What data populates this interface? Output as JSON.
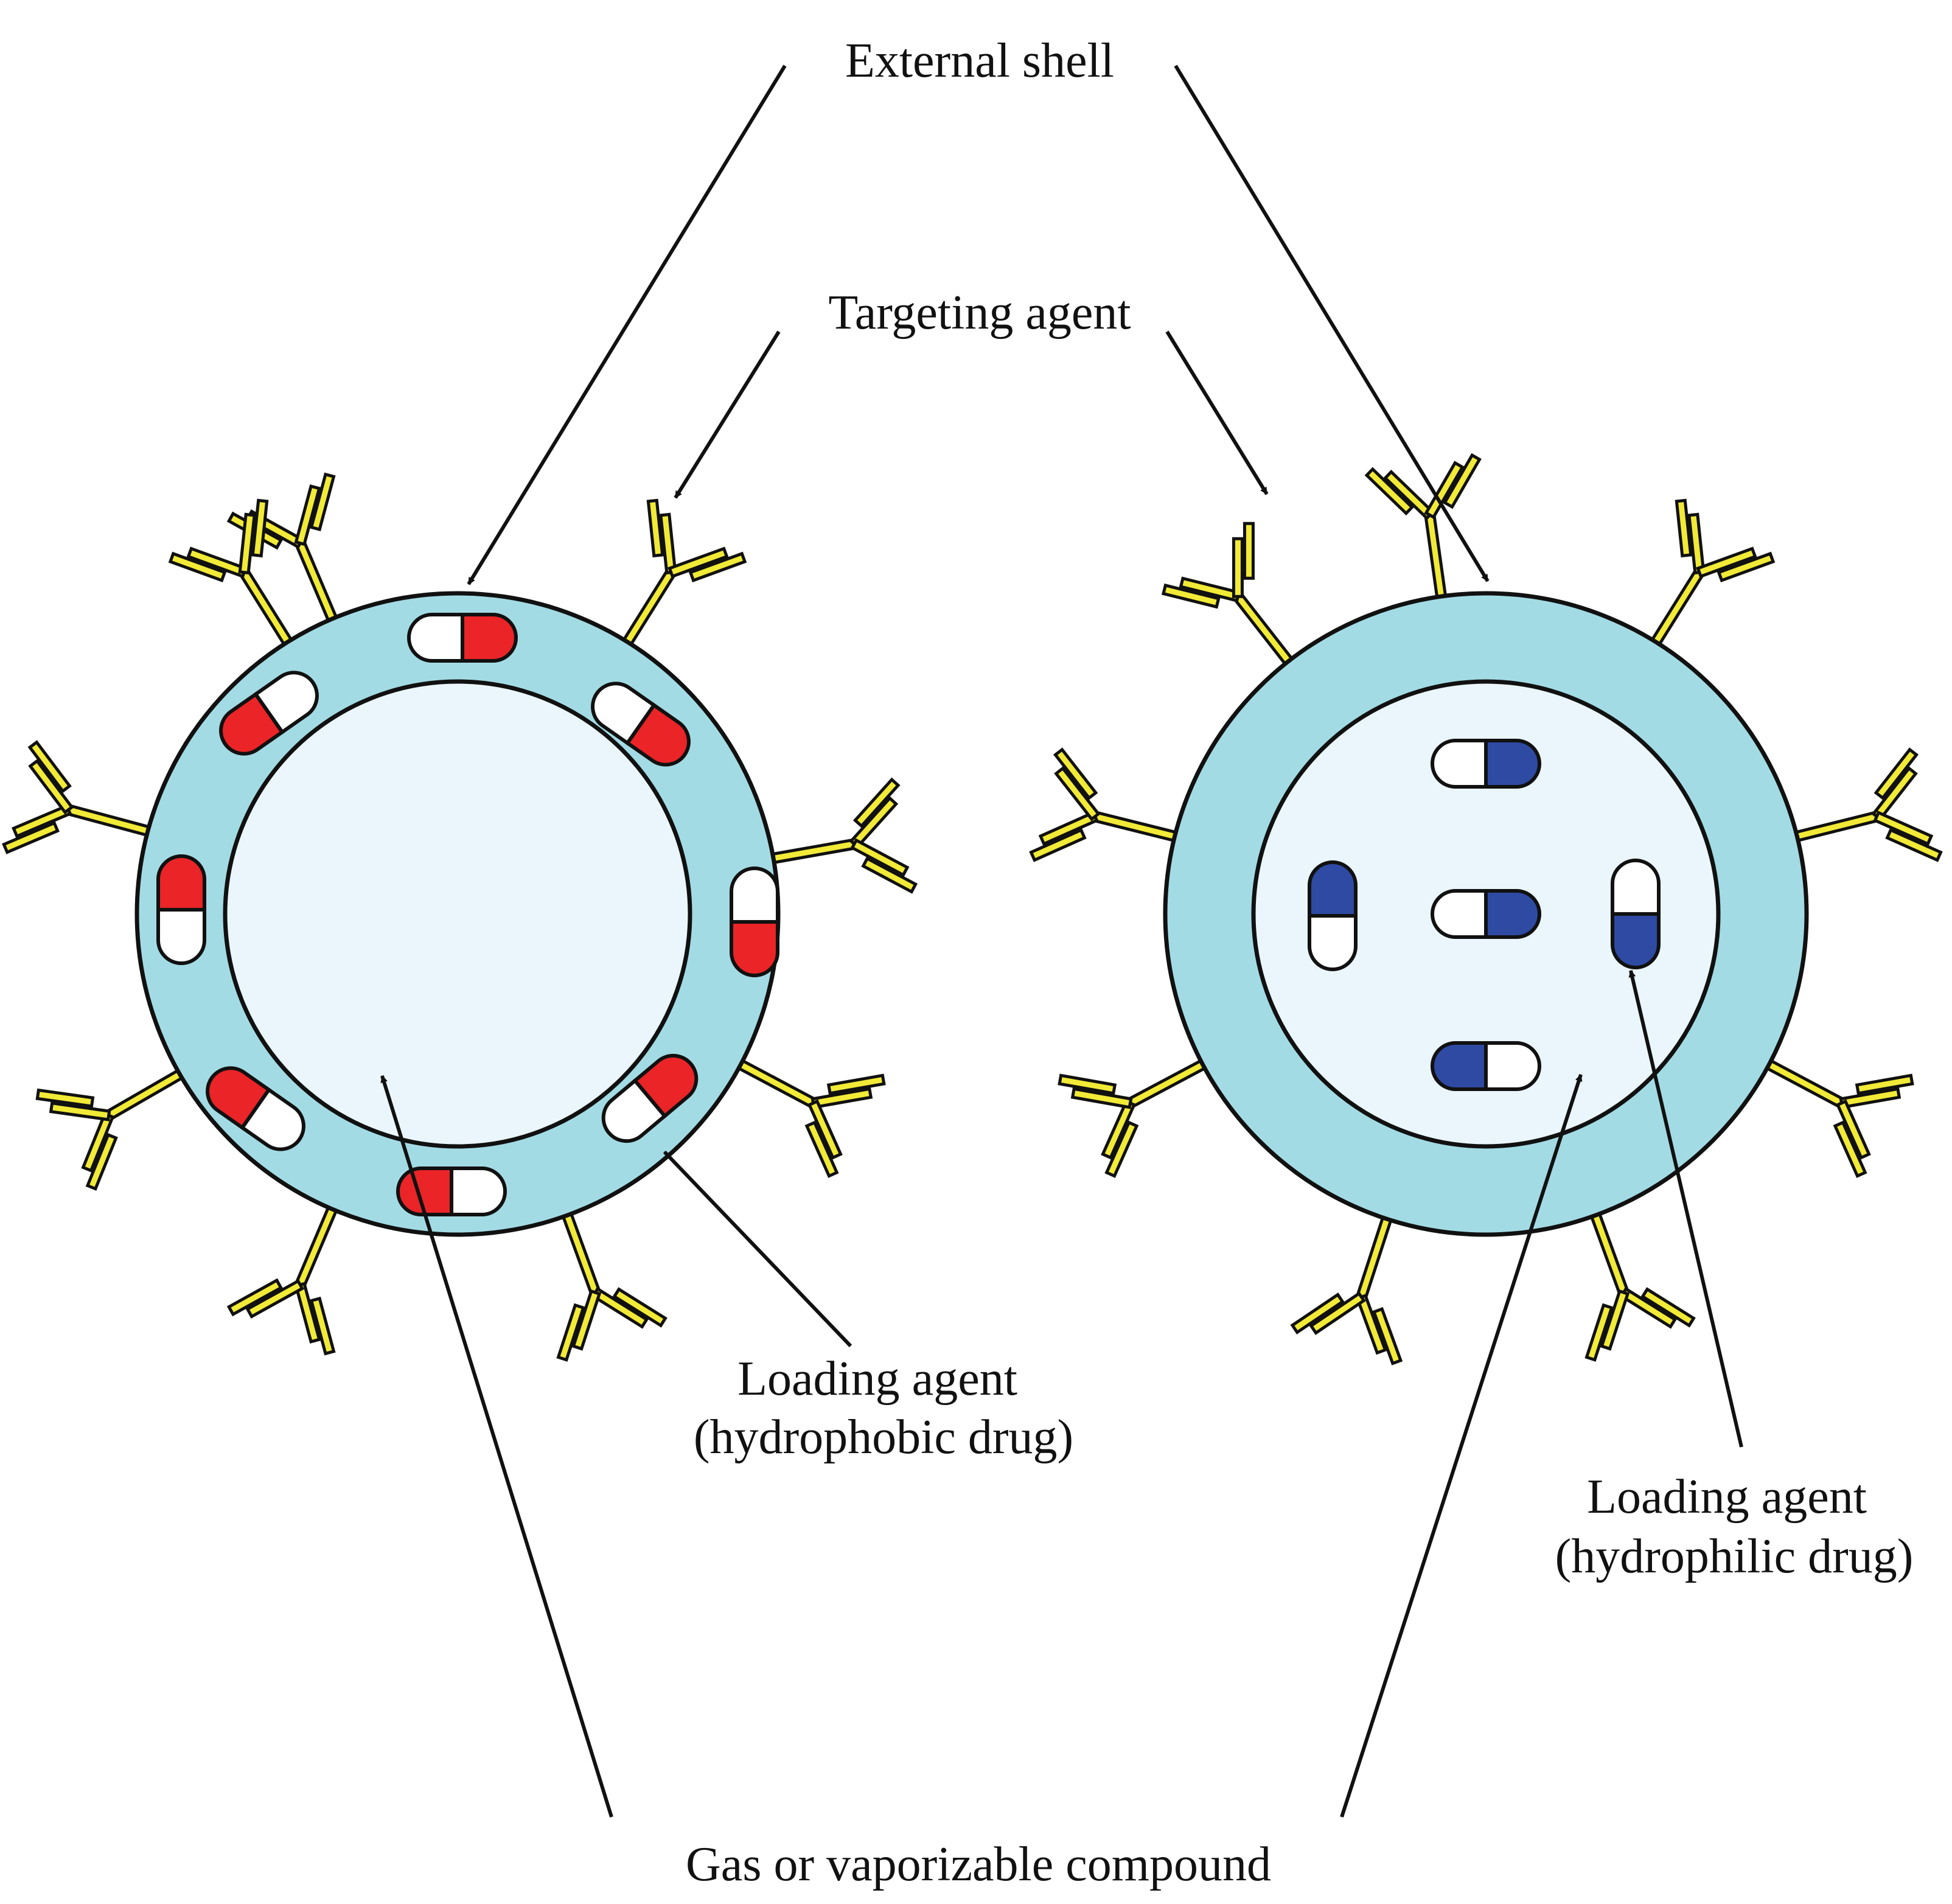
{
  "labels": {
    "external_shell": "External shell",
    "targeting_agent": "Targeting agent",
    "loading_hydrophobic_line1": "Loading agent",
    "loading_hydrophobic_line2": "(hydrophobic drug)",
    "loading_hydrophilic_line1": "Loading agent",
    "loading_hydrophilic_line2": "(hydrophilic drug)",
    "gas_compound": "Gas or vaporizable compound"
  },
  "colors": {
    "shell": "#a3dbe4",
    "core": "#eaf6fb",
    "antibody": "#f1ea37",
    "hydrophobic_drug": "#ea2427",
    "hydrophilic_drug": "#2e4aa3",
    "capsule_white": "#ffffff",
    "outline": "#111111"
  },
  "icons": {
    "targeting_agent": "antibody-y-icon",
    "loading_agent": "capsule-icon"
  }
}
